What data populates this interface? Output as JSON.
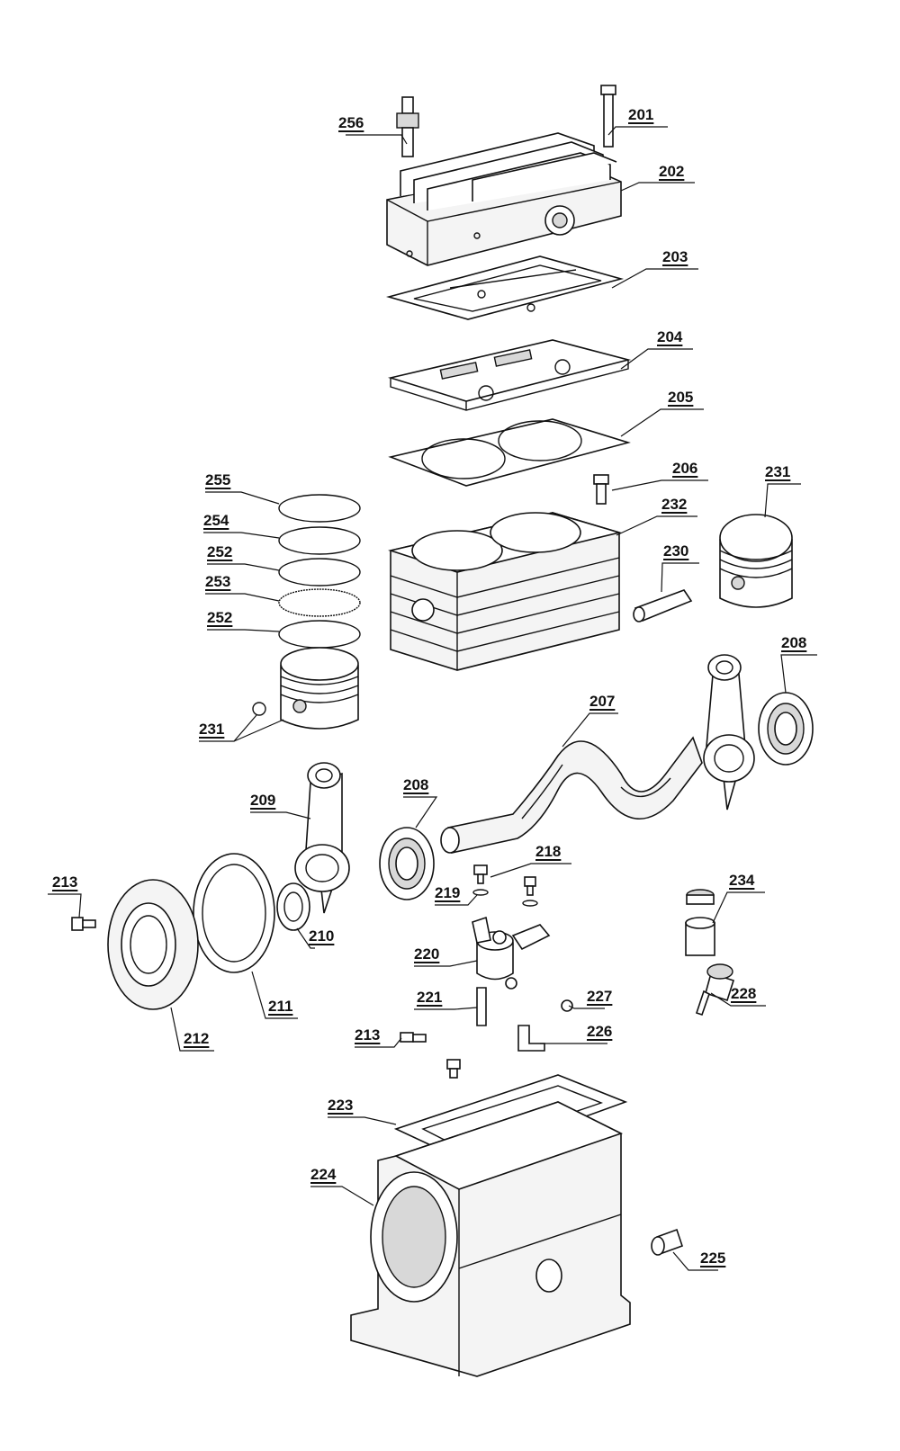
{
  "callouts": [
    {
      "id": "256",
      "text": "256"
    },
    {
      "id": "201",
      "text": "201"
    },
    {
      "id": "202",
      "text": "202"
    },
    {
      "id": "203",
      "text": "203"
    },
    {
      "id": "204",
      "text": "204"
    },
    {
      "id": "205",
      "text": "205"
    },
    {
      "id": "206",
      "text": "206"
    },
    {
      "id": "231a",
      "text": "231"
    },
    {
      "id": "232",
      "text": "232"
    },
    {
      "id": "230",
      "text": "230"
    },
    {
      "id": "255",
      "text": "255"
    },
    {
      "id": "254",
      "text": "254"
    },
    {
      "id": "252a",
      "text": "252"
    },
    {
      "id": "253",
      "text": "253"
    },
    {
      "id": "252b",
      "text": "252"
    },
    {
      "id": "208a",
      "text": "208"
    },
    {
      "id": "207",
      "text": "207"
    },
    {
      "id": "231b",
      "text": "231"
    },
    {
      "id": "209",
      "text": "209"
    },
    {
      "id": "208b",
      "text": "208"
    },
    {
      "id": "218",
      "text": "218"
    },
    {
      "id": "234",
      "text": "234"
    },
    {
      "id": "213a",
      "text": "213"
    },
    {
      "id": "219",
      "text": "219"
    },
    {
      "id": "210",
      "text": "210"
    },
    {
      "id": "220",
      "text": "220"
    },
    {
      "id": "228",
      "text": "228"
    },
    {
      "id": "211",
      "text": "211"
    },
    {
      "id": "221",
      "text": "221"
    },
    {
      "id": "227",
      "text": "227"
    },
    {
      "id": "213b",
      "text": "213"
    },
    {
      "id": "226",
      "text": "226"
    },
    {
      "id": "212",
      "text": "212"
    },
    {
      "id": "223",
      "text": "223"
    },
    {
      "id": "224",
      "text": "224"
    },
    {
      "id": "225",
      "text": "225"
    }
  ]
}
